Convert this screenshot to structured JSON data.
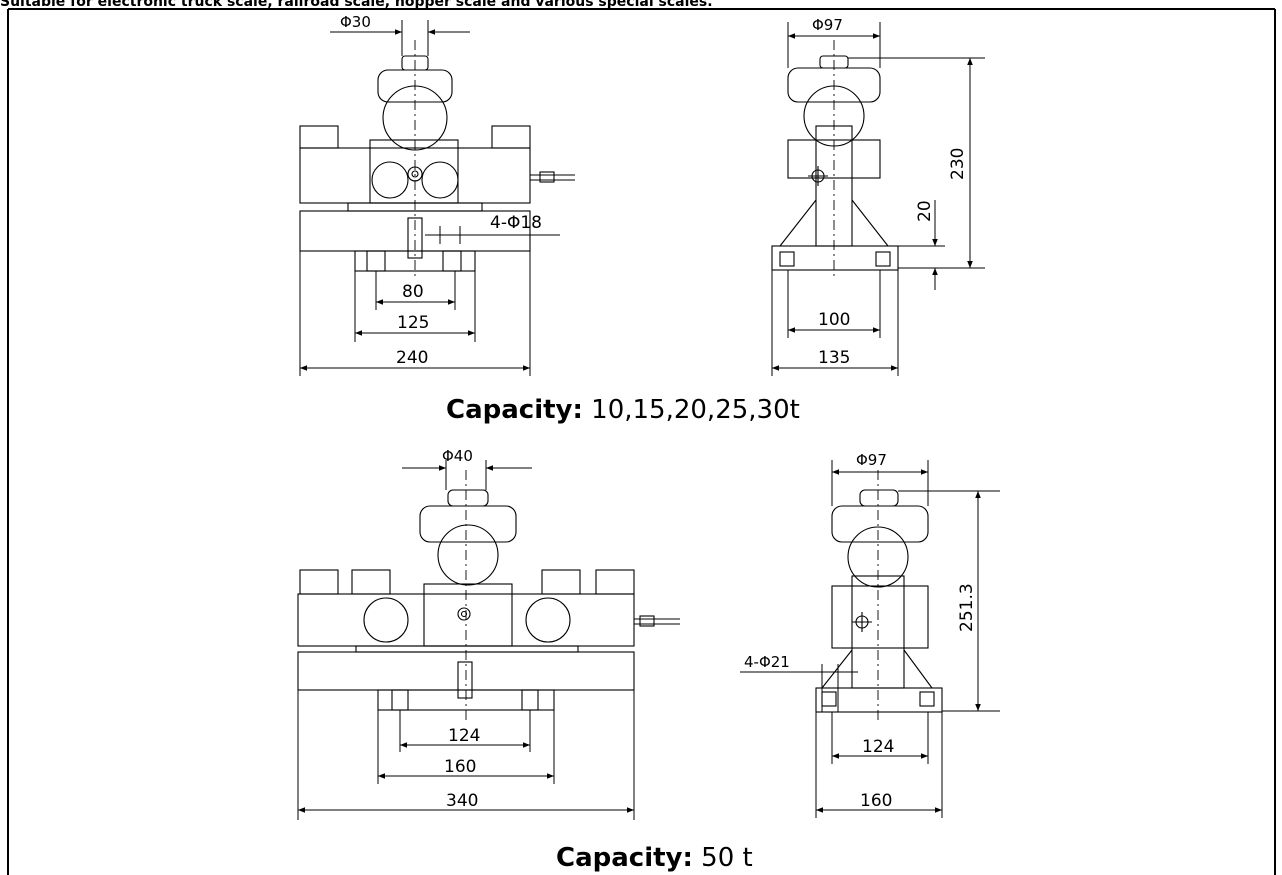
{
  "header": {
    "text": "Suitable for electronic truck scale, railroad scale, hopper scale and various special scales."
  },
  "top": {
    "front": {
      "pin_dia": "Φ30",
      "holes": "4-Φ18",
      "d80": "80",
      "d125": "125",
      "d240": "240"
    },
    "side": {
      "dia97": "Φ97",
      "h230": "230",
      "h20": "20",
      "d100": "100",
      "d135": "135"
    },
    "capacity": {
      "label": "Capacity:",
      "value": " 10,15,20,25,30t"
    }
  },
  "bottom": {
    "front": {
      "pin_dia": "Φ40",
      "d124": "124",
      "d160": "160",
      "d340": "340"
    },
    "side": {
      "dia97": "Φ97",
      "h251": "251.3",
      "holes": "4-Φ21",
      "d124": "124",
      "d160": "160"
    },
    "capacity": {
      "label": "Capacity:",
      "value": " 50 t"
    }
  }
}
